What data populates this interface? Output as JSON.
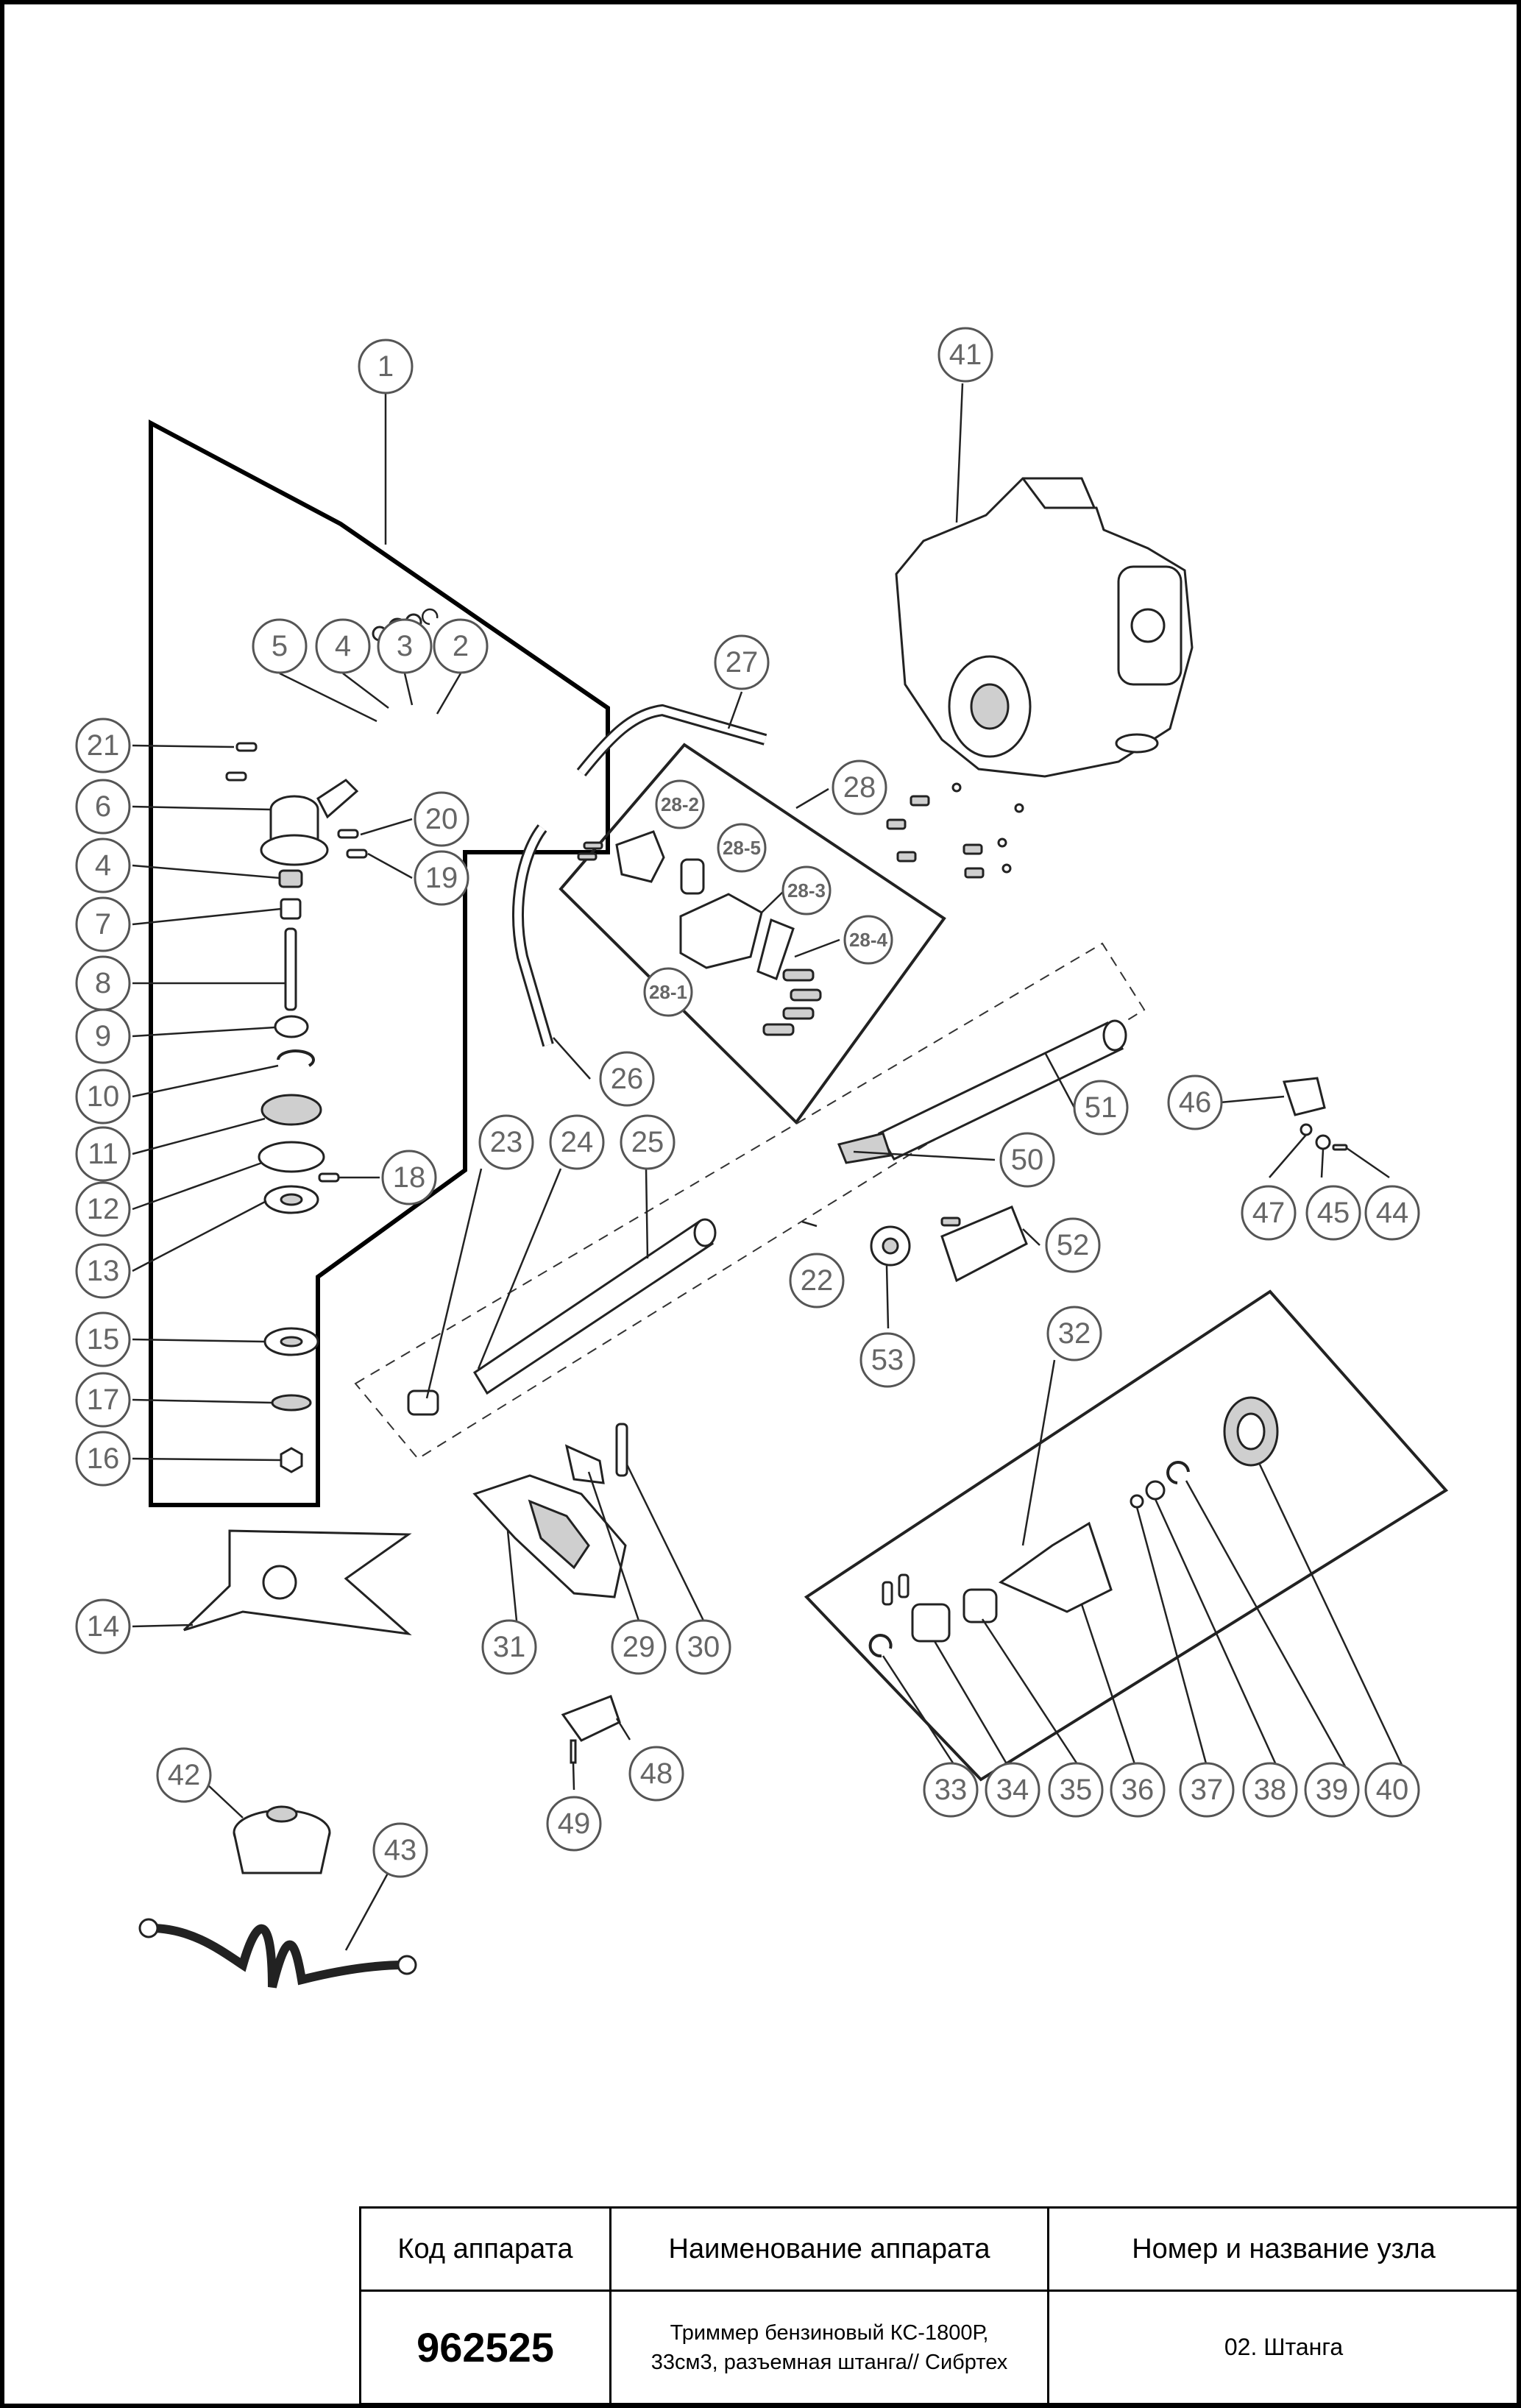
{
  "callouts": [
    "1",
    "2",
    "3",
    "4",
    "5",
    "6",
    "7",
    "8",
    "9",
    "10",
    "11",
    "12",
    "13",
    "14",
    "15",
    "16",
    "17",
    "18",
    "19",
    "20",
    "21",
    "22",
    "23",
    "24",
    "25",
    "26",
    "27",
    "28",
    "28-1",
    "28-2",
    "28-3",
    "28-4",
    "28-5",
    "29",
    "30",
    "31",
    "32",
    "33",
    "34",
    "35",
    "36",
    "37",
    "38",
    "39",
    "40",
    "41",
    "42",
    "43",
    "44",
    "45",
    "46",
    "47",
    "48",
    "49",
    "50",
    "51",
    "52",
    "53"
  ],
  "title_block": {
    "headers": [
      "Код аппарата",
      "Наименование аппарата",
      "Номер и название узла"
    ],
    "code": "962525",
    "name_line1": "Триммер бензиновый КС-1800Р,",
    "name_line2": "33см3, разъемная штанга// Сибртех",
    "node": "02. Штанга"
  }
}
